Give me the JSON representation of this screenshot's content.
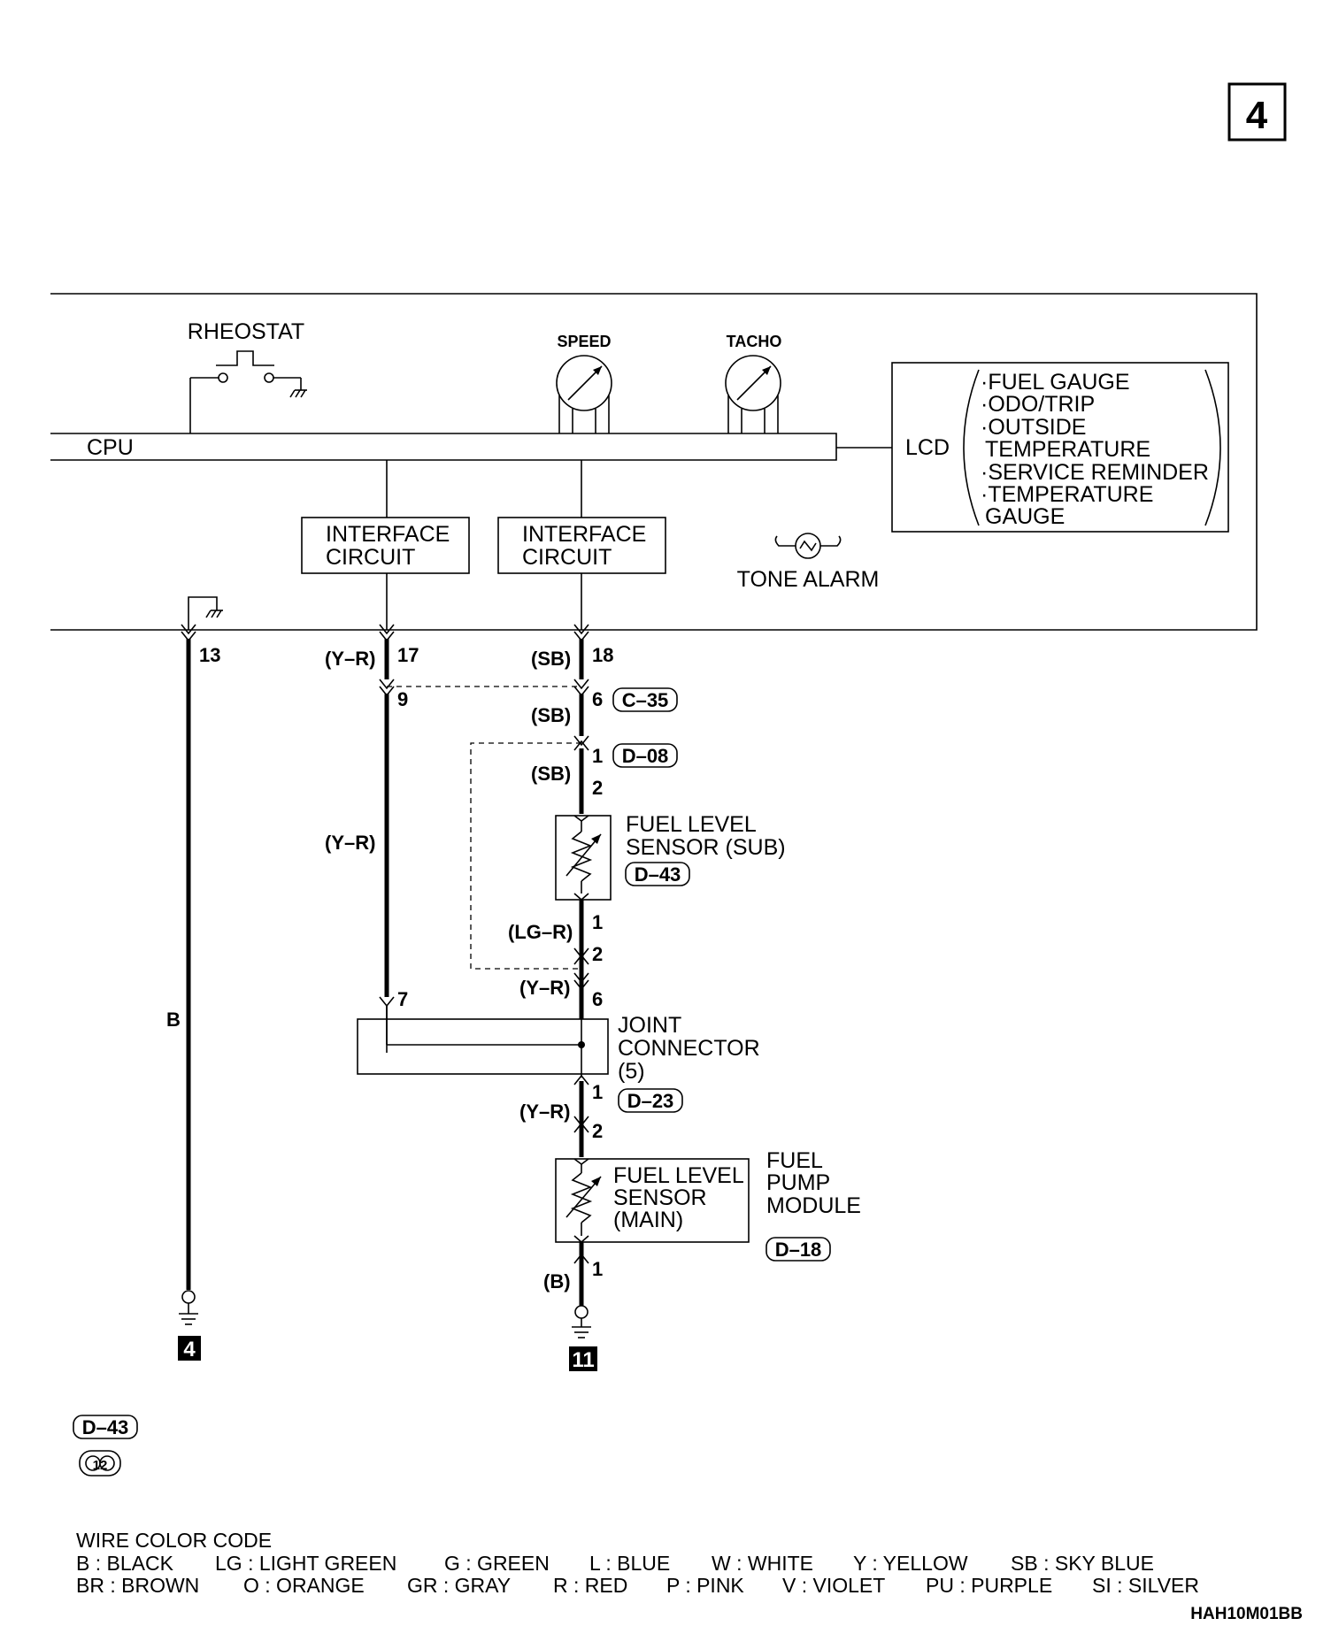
{
  "page_number": "4",
  "labels": {
    "rheostat": "RHEOSTAT",
    "speed": "SPEED",
    "tacho": "TACHO",
    "cpu": "CPU",
    "lcd": "LCD",
    "lcd_items": [
      "·FUEL GAUGE",
      "·ODO/TRIP",
      "·OUTSIDE",
      "TEMPERATURE",
      "·SERVICE REMINDER",
      "·TEMPERATURE",
      "GAUGE"
    ],
    "interface_1": [
      "INTERFACE",
      "CIRCUIT"
    ],
    "interface_2": [
      "INTERFACE",
      "CIRCUIT"
    ],
    "tone_alarm": "TONE ALARM",
    "fuel_sub": [
      "FUEL LEVEL",
      "SENSOR (SUB)"
    ],
    "joint": [
      "JOINT",
      "CONNECTOR",
      "(5)"
    ],
    "fuel_main": [
      "FUEL LEVEL",
      "SENSOR",
      "(MAIN)"
    ],
    "fuel_pump": [
      "FUEL",
      "PUMP",
      "MODULE"
    ]
  },
  "wires": {
    "b": "B",
    "yr1": "(Y–R)",
    "yr2": "(Y–R)",
    "yr3": "(Y–R)",
    "yr4": "(Y–R)",
    "sb1": "(SB)",
    "sb2": "(SB)",
    "sb3": "(SB)",
    "lgr": "(LG–R)",
    "b_bottom": "(B)"
  },
  "pins": {
    "p13": "13",
    "p17": "17",
    "p18": "18",
    "p9": "9",
    "p6a": "6",
    "p1a": "1",
    "p2a": "2",
    "p1b": "1",
    "p2b": "2",
    "p7": "7",
    "p6b": "6",
    "p1c": "1",
    "p2c": "2",
    "p1d": "1"
  },
  "connectors": {
    "c35": "C–35",
    "d08": "D–08",
    "d43": "D–43",
    "d23": "D–23",
    "d18": "D–18",
    "legend_d43": "D–43",
    "legend_pins": "12"
  },
  "grounds": {
    "g4": "4",
    "g11": "11"
  },
  "wire_color_code": {
    "title": "WIRE COLOR CODE",
    "row1": [
      "B : BLACK",
      "LG : LIGHT GREEN",
      "G : GREEN",
      "L : BLUE",
      "W : WHITE",
      "Y : YELLOW",
      "SB : SKY BLUE"
    ],
    "row2": [
      "BR : BROWN",
      "O : ORANGE",
      "GR : GRAY",
      "R : RED",
      "P : PINK",
      "V : VIOLET",
      "PU : PURPLE",
      "SI : SILVER"
    ]
  },
  "figure_code": "HAH10M01BB"
}
